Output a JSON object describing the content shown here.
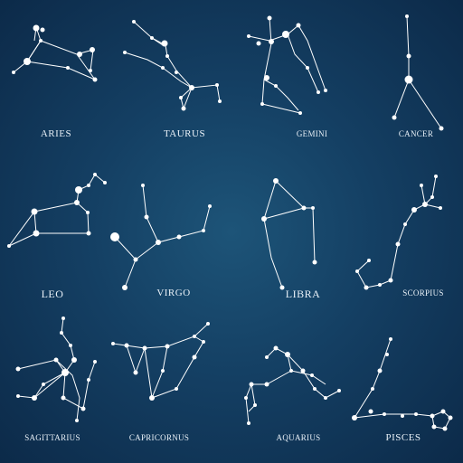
{
  "theme": {
    "background": "#143f63",
    "star": "#ffffff",
    "line": "#ffffff"
  },
  "constellations": [
    {
      "name": "ARIES"
    },
    {
      "name": "TAURUS"
    },
    {
      "name": "GEMINI"
    },
    {
      "name": "CANCER"
    },
    {
      "name": "LEO"
    },
    {
      "name": "VIRGO"
    },
    {
      "name": "LIBRA"
    },
    {
      "name": "SCORPIUS"
    },
    {
      "name": "SAGITTARIUS"
    },
    {
      "name": "CAPRICORNUS"
    },
    {
      "name": "AQUARIUS"
    },
    {
      "name": "PISCES"
    }
  ]
}
